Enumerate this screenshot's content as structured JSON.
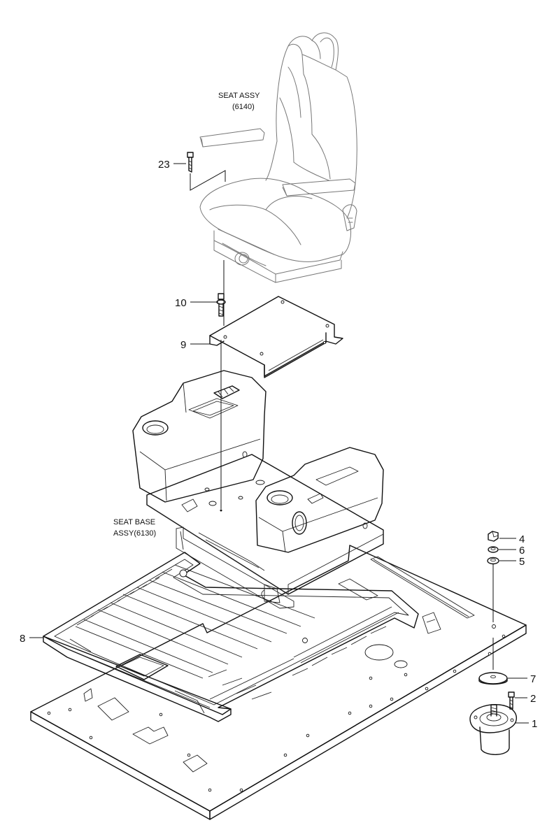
{
  "assemblies": {
    "seat_assy_line1": "SEAT ASSY",
    "seat_assy_line2": "(6140)",
    "seat_base_line1": "SEAT BASE",
    "seat_base_line2": "ASSY(6130)"
  },
  "callouts": {
    "n1": "1",
    "n2": "2",
    "n4": "4",
    "n5": "5",
    "n6": "6",
    "n7": "7",
    "n8": "8",
    "n9": "9",
    "n10": "10",
    "n23": "23"
  },
  "colors": {
    "line": "#111111",
    "seat_line": "#777777",
    "background": "#ffffff"
  }
}
